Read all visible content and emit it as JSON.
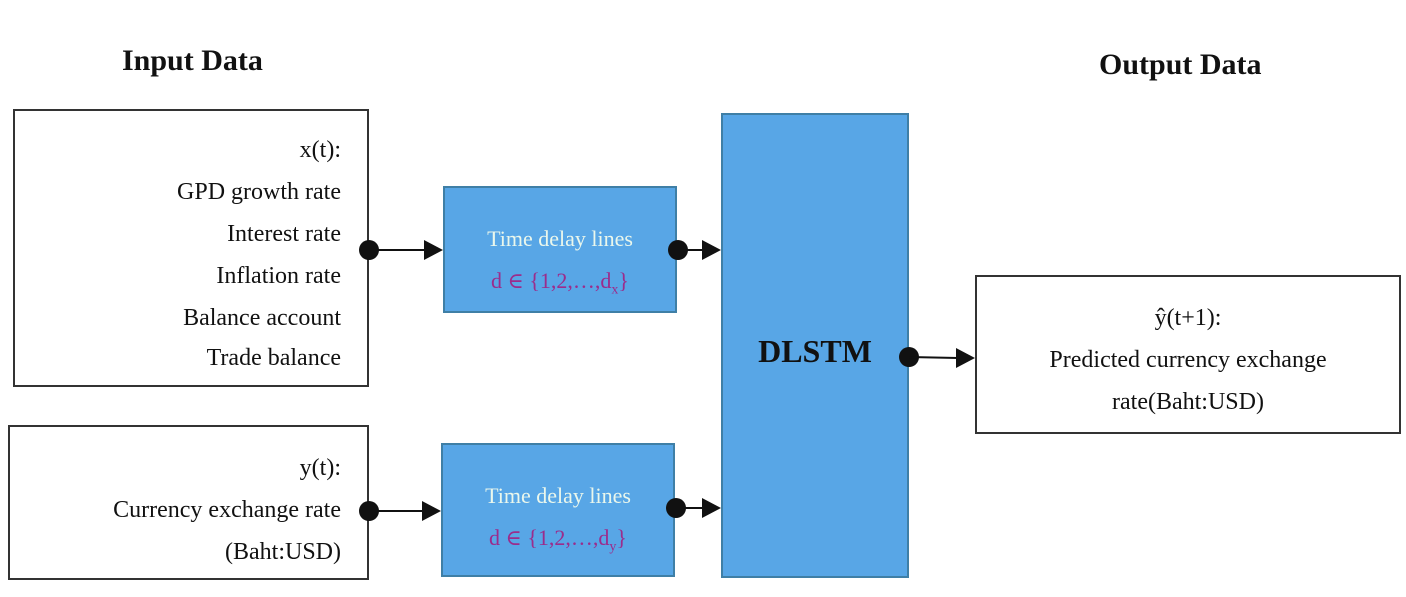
{
  "headings": {
    "input": "Input Data",
    "output": "Output Data"
  },
  "input_x": {
    "title": "x(t):",
    "lines": [
      "GPD growth rate",
      "Interest rate",
      "Inflation rate",
      "Balance account",
      "Trade balance"
    ]
  },
  "input_y": {
    "title": "y(t):",
    "lines": [
      "Currency exchange rate",
      "(Baht:USD)"
    ]
  },
  "delay_x": {
    "label": "Time delay lines",
    "set_prefix": "d ∈ {1,2,…,d",
    "set_sub": "x",
    "set_suffix": "}"
  },
  "delay_y": {
    "label": "Time delay lines",
    "set_prefix": "d ∈ {1,2,…,d",
    "set_sub": "y",
    "set_suffix": "}"
  },
  "model": {
    "label": "DLSTM"
  },
  "output": {
    "title": "ŷ(t+1):",
    "lines": [
      "Predicted currency exchange",
      "rate(Baht:USD)"
    ]
  },
  "colors": {
    "block_fill": "#58a6e6",
    "block_border": "#3f7fa6",
    "delay_label": "#eaf7ec",
    "delay_set": "#9b2c8c",
    "connector": "#111111"
  }
}
